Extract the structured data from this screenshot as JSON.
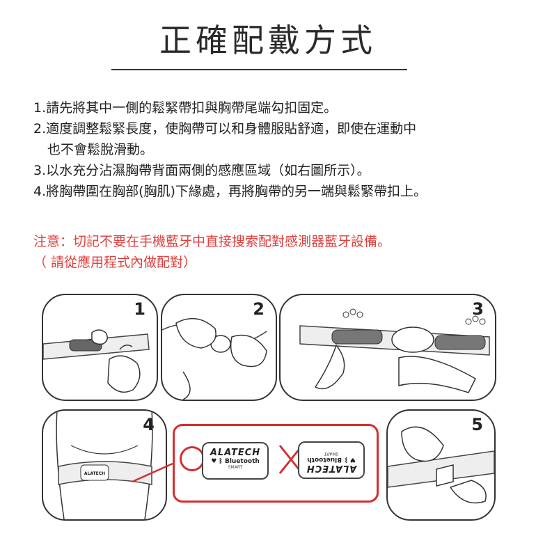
{
  "title": "正確配戴方式",
  "steps": [
    "1.請先將其中一側的鬆緊帶扣與胸帶尾端勾扣固定。",
    "2.適度調整鬆緊長度，使胸帶可以和身體服貼舒適，即使在運動中",
    "也不會鬆脫滑動。",
    "3.以水充分沾濕胸帶背面兩側的感應區域（如右圖所示）。",
    "4.將胸帶圍在胸部(胸肌)下緣處，再將胸帶的另一端與鬆緊帶扣上。"
  ],
  "note": {
    "line1": "注意：切記不要在手機藍牙中直接搜索配對感測器藍牙設備。",
    "line2": "（ 請從應用程式內做配對）"
  },
  "panels": [
    "1",
    "2",
    "3",
    "4",
    "5"
  ],
  "logo": {
    "brand": "ALATECH",
    "bluetooth": "Bluetooth",
    "smart": "SMART"
  },
  "colors": {
    "note": "#e0403d",
    "accent": "#d42f2f",
    "line": "#333333"
  },
  "icons": [
    "hand-icon",
    "strap-icon",
    "water-drop-icon",
    "heart-icon",
    "bluetooth-icon",
    "check-circle-icon",
    "cross-icon"
  ]
}
